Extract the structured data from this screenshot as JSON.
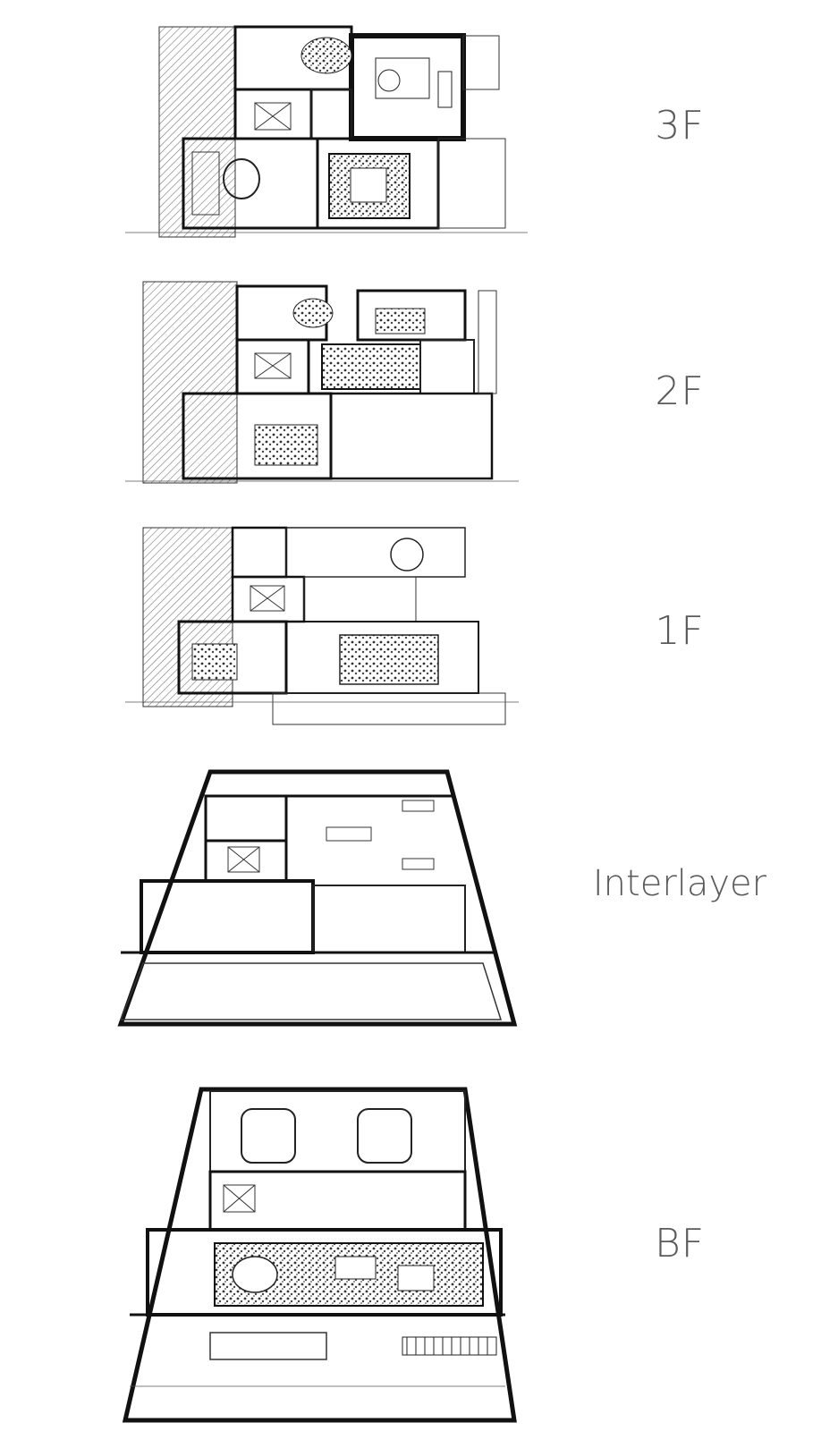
{
  "floors": [
    {
      "id": "3f",
      "label": "3F"
    },
    {
      "id": "2f",
      "label": "2F"
    },
    {
      "id": "1f",
      "label": "1F"
    },
    {
      "id": "interlayer",
      "label": "Interlayer"
    },
    {
      "id": "bf",
      "label": "BF"
    }
  ]
}
